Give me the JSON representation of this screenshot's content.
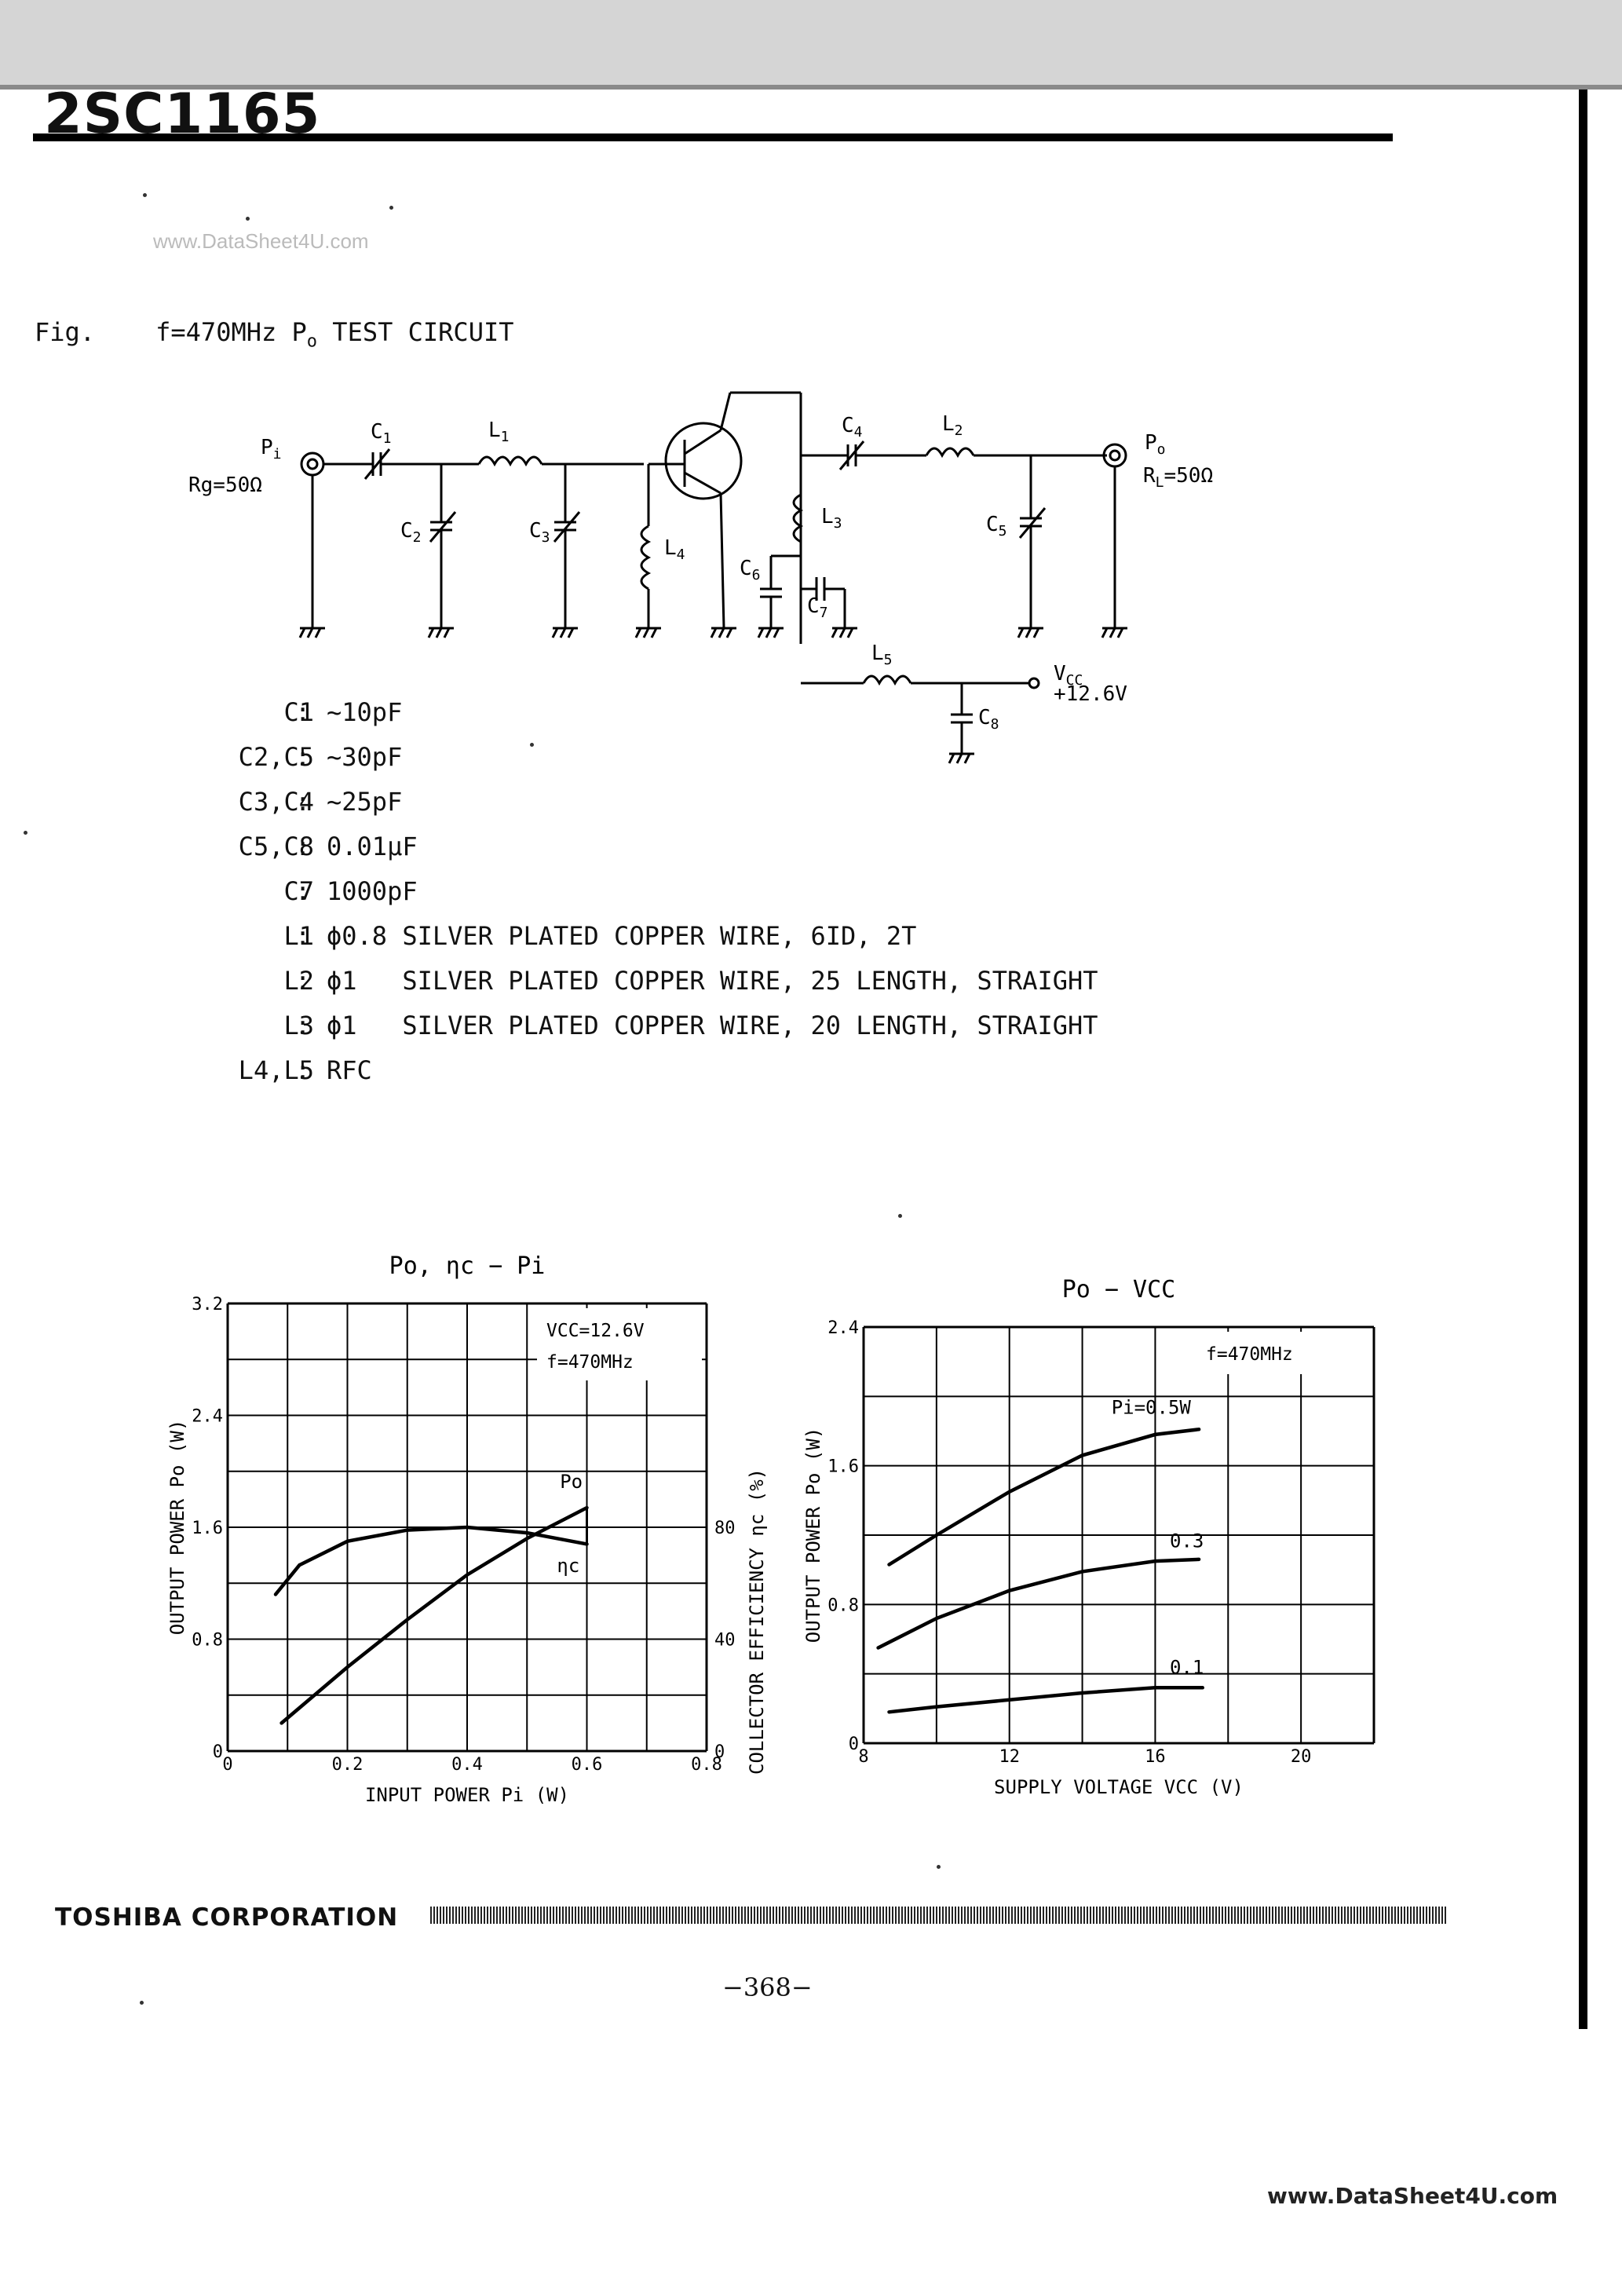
{
  "header": {
    "part_number": "2SC1165",
    "watermark": "www.DataSheet4U.com"
  },
  "figure": {
    "prefix": "Fig.",
    "title": "f=470MHz P",
    "title_sub": "o",
    "title_suffix": " TEST CIRCUIT"
  },
  "circuit": {
    "input_label": "P",
    "input_sub": "i",
    "rg": "Rg=50Ω",
    "output_label": "P",
    "output_sub": "o",
    "rl": "R",
    "rl_sub": "L",
    "rl_val": "=50Ω",
    "vcc_label": "V",
    "vcc_sub": "CC",
    "vcc_value": "+12.6V",
    "components": [
      "C1",
      "C2",
      "C3",
      "C4",
      "C5",
      "C6",
      "C7",
      "C8",
      "L1",
      "L2",
      "L3",
      "L4",
      "L5"
    ]
  },
  "parts_list": [
    {
      "name": "C1",
      "value": "~10pF"
    },
    {
      "name": "C2,C5",
      "value": "~30pF"
    },
    {
      "name": "C3,C4",
      "value": "~25pF"
    },
    {
      "name": "C5,C8",
      "value": "0.01μF"
    },
    {
      "name": "C7",
      "value": "1000pF"
    },
    {
      "name": "L1",
      "value": "ϕ0.8 SILVER PLATED COPPER WIRE, 6ID, 2T"
    },
    {
      "name": "L2",
      "value": "ϕ1   SILVER PLATED COPPER WIRE, 25 LENGTH, STRAIGHT"
    },
    {
      "name": "L3",
      "value": "ϕ1   SILVER PLATED COPPER WIRE, 20 LENGTH, STRAIGHT"
    },
    {
      "name": "L4,L5",
      "value": "RFC"
    }
  ],
  "chart_data": [
    {
      "type": "line",
      "title": "Po, ηc − Pi",
      "xlabel": "INPUT POWER  Pi (W)",
      "ylabel": "OUTPUT POWER  Po (W)",
      "ylabel_right": "COLLECTOR EFFICIENCY  ηc (%)",
      "xlim": [
        0,
        0.8
      ],
      "ylim": [
        0,
        3.2
      ],
      "ylim_right": [
        0,
        160
      ],
      "x_ticks": [
        "0",
        "0.2",
        "0.4",
        "0.6",
        "0.8"
      ],
      "y_ticks": [
        "0",
        "0.8",
        "1.6",
        "2.4",
        "3.2"
      ],
      "y_ticks_right": [
        "0",
        "40",
        "80"
      ],
      "conditions": [
        "VCC=12.6V",
        "f=470MHz"
      ],
      "grid": true,
      "series": [
        {
          "name": "Po",
          "x": [
            0.09,
            0.2,
            0.3,
            0.4,
            0.5,
            0.6
          ],
          "y": [
            0.2,
            0.6,
            0.94,
            1.26,
            1.52,
            1.74
          ]
        },
        {
          "name": "ηc",
          "x": [
            0.08,
            0.12,
            0.2,
            0.3,
            0.4,
            0.5,
            0.6
          ],
          "y": [
            1.12,
            1.33,
            1.5,
            1.58,
            1.6,
            1.56,
            1.48
          ]
        }
      ]
    },
    {
      "type": "line",
      "title": "Po − VCC",
      "xlabel": "SUPPLY VOLTAGE  VCC (V)",
      "ylabel": "OUTPUT POWER  Po (W)",
      "xlim": [
        8,
        22
      ],
      "ylim": [
        0,
        2.4
      ],
      "x_ticks": [
        "8",
        "12",
        "16",
        "20"
      ],
      "y_ticks": [
        "0",
        "0.8",
        "1.6",
        "2.4"
      ],
      "conditions": [
        "f=470MHz"
      ],
      "grid": true,
      "series": [
        {
          "name": "Pi=0.5W",
          "x": [
            8.7,
            10,
            12,
            14,
            16,
            17.2
          ],
          "y": [
            1.03,
            1.2,
            1.45,
            1.66,
            1.78,
            1.81
          ]
        },
        {
          "name": "0.3",
          "x": [
            8.4,
            10,
            12,
            14,
            16,
            17.2
          ],
          "y": [
            0.55,
            0.72,
            0.88,
            0.99,
            1.05,
            1.06
          ]
        },
        {
          "name": "0.1",
          "x": [
            8.7,
            10,
            12,
            14,
            16,
            17.3
          ],
          "y": [
            0.18,
            0.21,
            0.25,
            0.29,
            0.32,
            0.32
          ]
        }
      ]
    }
  ],
  "footer": {
    "company": "TOSHIBA CORPORATION",
    "page": "−368−",
    "watermark": "www.DataSheet4U.com"
  }
}
